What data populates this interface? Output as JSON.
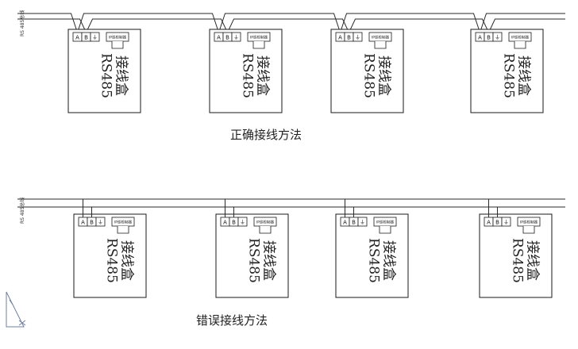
{
  "bus_label": "RS 485总线",
  "terminal_labels": [
    "A",
    "B",
    "⏚"
  ],
  "controller_label": "IP巡检制器",
  "box_label_line1": "RS485",
  "box_label_line2": "接线盒",
  "correct_caption": "正确接线方法",
  "wrong_caption": "错误接线方法",
  "correct_box_count": 4,
  "wrong_box_count": 4
}
